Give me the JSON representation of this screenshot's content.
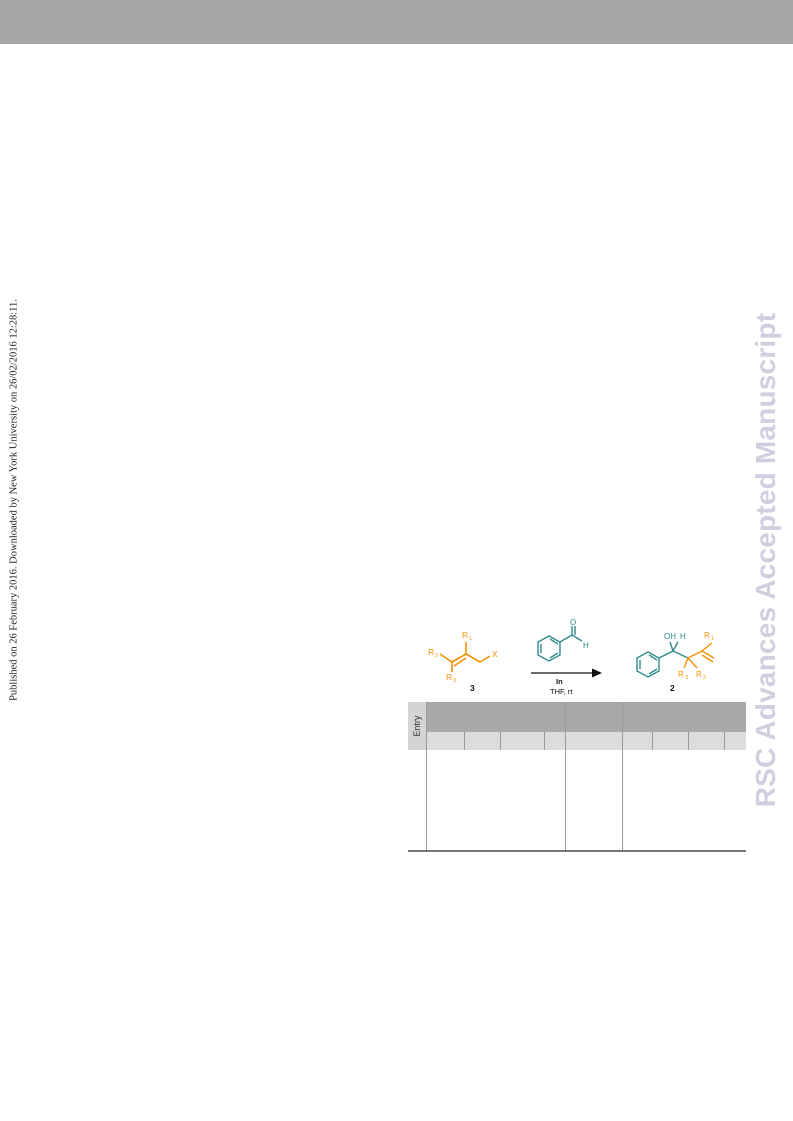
{
  "publication_note": "Published on 26 February 2016. Downloaded by New York University on 26/02/2016 12:28:11.",
  "watermark": "RSC Advances Accepted Manuscript",
  "scheme": {
    "reactant_labels": {
      "r1": "R",
      "r1_sub": "1",
      "r2": "R",
      "r2_sub": "2",
      "r3": "R",
      "r3_sub": "3",
      "x": "X"
    },
    "reactant_number": "3",
    "aldehyde_labels": {
      "o": "O",
      "h": "H"
    },
    "reagent": "In",
    "conditions": "THF, rt",
    "product_labels": {
      "oh": "OH",
      "h": "H",
      "r1": "R",
      "r1_sub": "1",
      "r2": "R",
      "r2_sub": "2",
      "r3": "R",
      "r3_sub": "3"
    },
    "product_number": "2"
  },
  "table": {
    "entry_header": "Entry"
  },
  "colors": {
    "orange": "#f39200",
    "teal": "#2f8a8a",
    "black": "#111111"
  }
}
